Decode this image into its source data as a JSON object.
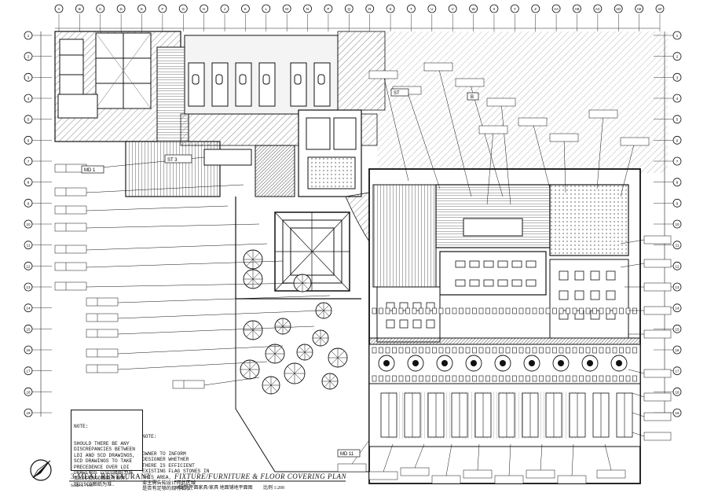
{
  "drawing": {
    "restaurant_title": "3-MEAL RESTAURANT",
    "restaurant_title_cn": "3-MEAL RESTAURANT",
    "sheet_title": "FIXTURE/FURNITURE & FLOOR COVERING PLAN",
    "sheet_title_cn": "3-餐厅 平面家具/家具 地面铺地平面图",
    "scale_left": "Scale 1 : 100",
    "scale_right": "比例 1:200",
    "stair_tag": "ST 3",
    "tag_md": "MD 1",
    "tag_md2": "MD 11",
    "tag_st": "ST",
    "tag_b": "B"
  },
  "note_left": {
    "heading": "NOTE:",
    "lines": [
      "SHOULD THERE BE ANY",
      "DISCREPANCIES BETWEEN",
      "LDI AND SCD DRAWINGS,",
      "SCD DRAWINGS TO TAKE",
      "PRECEDENCE OVER LDI",
      "DRAWINGS 以SCD图纸为准",
      "如LDI和SCD图纸有差异,",
      "则以SCD图纸为准."
    ]
  },
  "note_right": {
    "heading": "NOTE:",
    "lines": [
      "OWNER TO INFORM",
      "DESIGNER WHETHER",
      "THERE IS EFFICIENT",
      "EXISTING FLAG STONES IN",
      "THIS AREA.",
      "业主需告知设计师此区域",
      "是否有足够的现有石板."
    ]
  },
  "grid": {
    "top_bubbles": [
      "A",
      "B",
      "C",
      "D",
      "E",
      "F",
      "G",
      "H",
      "J",
      "K",
      "L",
      "M",
      "N",
      "P",
      "Q",
      "R",
      "S",
      "T",
      "U",
      "V",
      "W",
      "X",
      "Y",
      "Z",
      "AA",
      "AB",
      "AC",
      "AD",
      "AE",
      "AF"
    ],
    "left_bubbles": [
      "1",
      "2",
      "3",
      "4",
      "5",
      "6",
      "7",
      "8",
      "9",
      "10",
      "11",
      "12",
      "13",
      "14",
      "15",
      "16",
      "17",
      "18",
      "19"
    ],
    "right_bubbles": [
      "1",
      "2",
      "3",
      "4",
      "5",
      "6",
      "7",
      "8",
      "9",
      "10",
      "11",
      "12",
      "13",
      "14",
      "15",
      "16",
      "17",
      "18",
      "19"
    ]
  }
}
